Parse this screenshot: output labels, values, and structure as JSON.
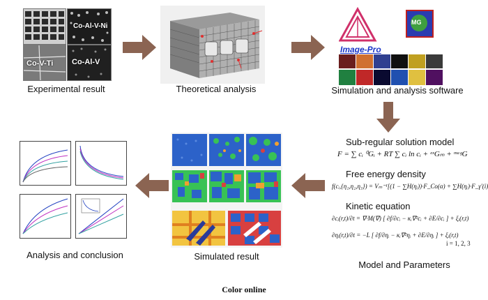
{
  "panels": {
    "experimental": {
      "caption": "Experimental result",
      "micro_labels": [
        "Co-Al-V-Ni",
        "Co-V-Ti",
        "Co-Al-V"
      ]
    },
    "theoretical": {
      "caption": "Theoretical analysis"
    },
    "software": {
      "caption": "Simulation and analysis software",
      "logo_text": "Image-Pro",
      "mg_text": "MG"
    },
    "model": {
      "caption": "Model and Parameters",
      "heading_1": "Sub-regular solution model",
      "eq_1": "F = ∑ cᵢ ⁰Gᵢ + RT ∑ cᵢ ln cᵢ + ᵉˣGₘ + ᵐᵃᵍG",
      "heading_2": "Free energy density",
      "eq_2": "f(cᵢ,{η₁,η₂,η₃}) = Vₘ⁻¹[(1 − ∑H(ηᵢ))·F_Co(α) + ∑H(ηᵢ)·F_γ′(i)]",
      "heading_3": "Kinetic equation",
      "eq_3": "∂cᵢ(r,t)/∂t = ∇·M(∇) [ ∂f/∂cᵢ − κᵢ∇²cᵢ + ∂E/∂cᵢ ] + ξᵢ(r,t)",
      "eq_4": "∂ηᵢ(r,t)/∂t = −L [ ∂f/∂ηᵢ − κᵢ∇²ηᵢ + ∂E/∂ηᵢ ] + ξᵢ(r,t)",
      "eq_4_suffix": "i = 1, 2, 3"
    },
    "simulated": {
      "caption": "Simulated result"
    },
    "analysis": {
      "caption": "Analysis and conclusion"
    }
  },
  "footer": {
    "text": "Color online"
  },
  "colors": {
    "arrow": "#8b6452",
    "sim_blue": "#2c62c9",
    "sim_green": "#38c255",
    "sim_orange": "#f0a030",
    "sim_red": "#d84040"
  }
}
